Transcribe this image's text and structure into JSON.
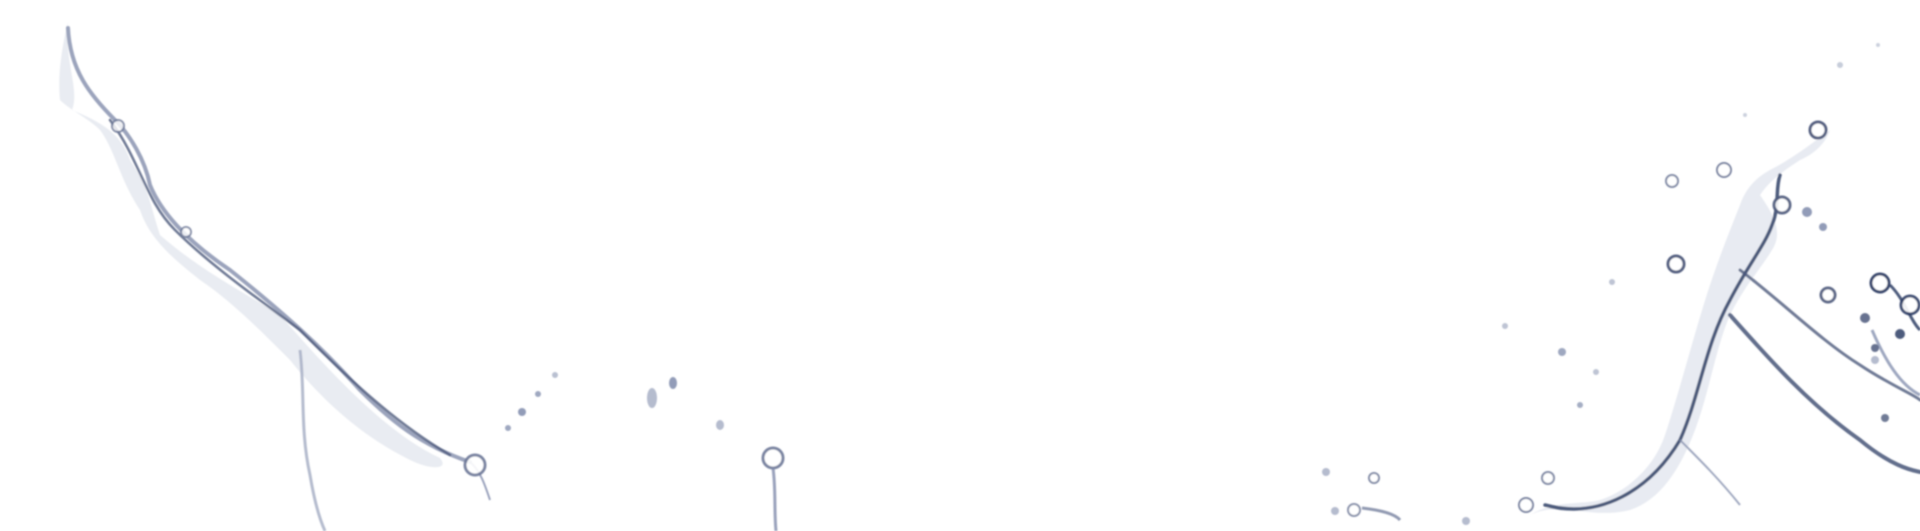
{
  "image": {
    "background_color": "#ffffff",
    "splash_color_dark": "#2f3f66",
    "splash_color_mid": "#7f8bab",
    "splash_color_light": "#c9cfdd",
    "elements": [
      {
        "icon": "water-splash-left"
      },
      {
        "icon": "water-droplets-center"
      },
      {
        "icon": "water-splash-right"
      }
    ]
  }
}
